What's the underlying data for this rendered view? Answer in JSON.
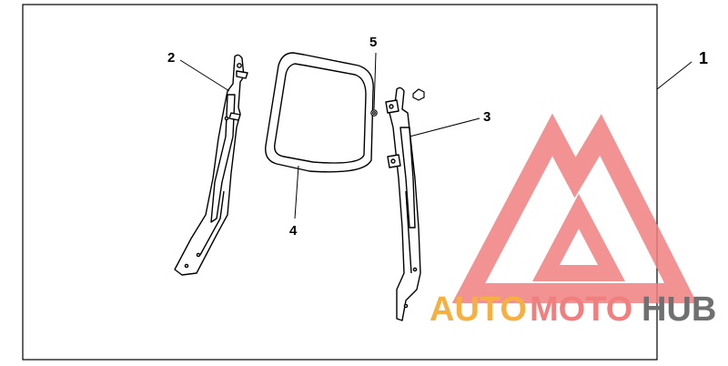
{
  "diagram": {
    "callouts": {
      "c1": "1",
      "c2": "2",
      "c3": "3",
      "c4": "4",
      "c5": "5"
    }
  },
  "watermark": {
    "text_part1": "AUTO",
    "text_part2": "MOTO",
    "text_part3": "HUB",
    "color_orange": "#f5b041",
    "color_red": "#f08080",
    "color_gray": "#707070"
  }
}
